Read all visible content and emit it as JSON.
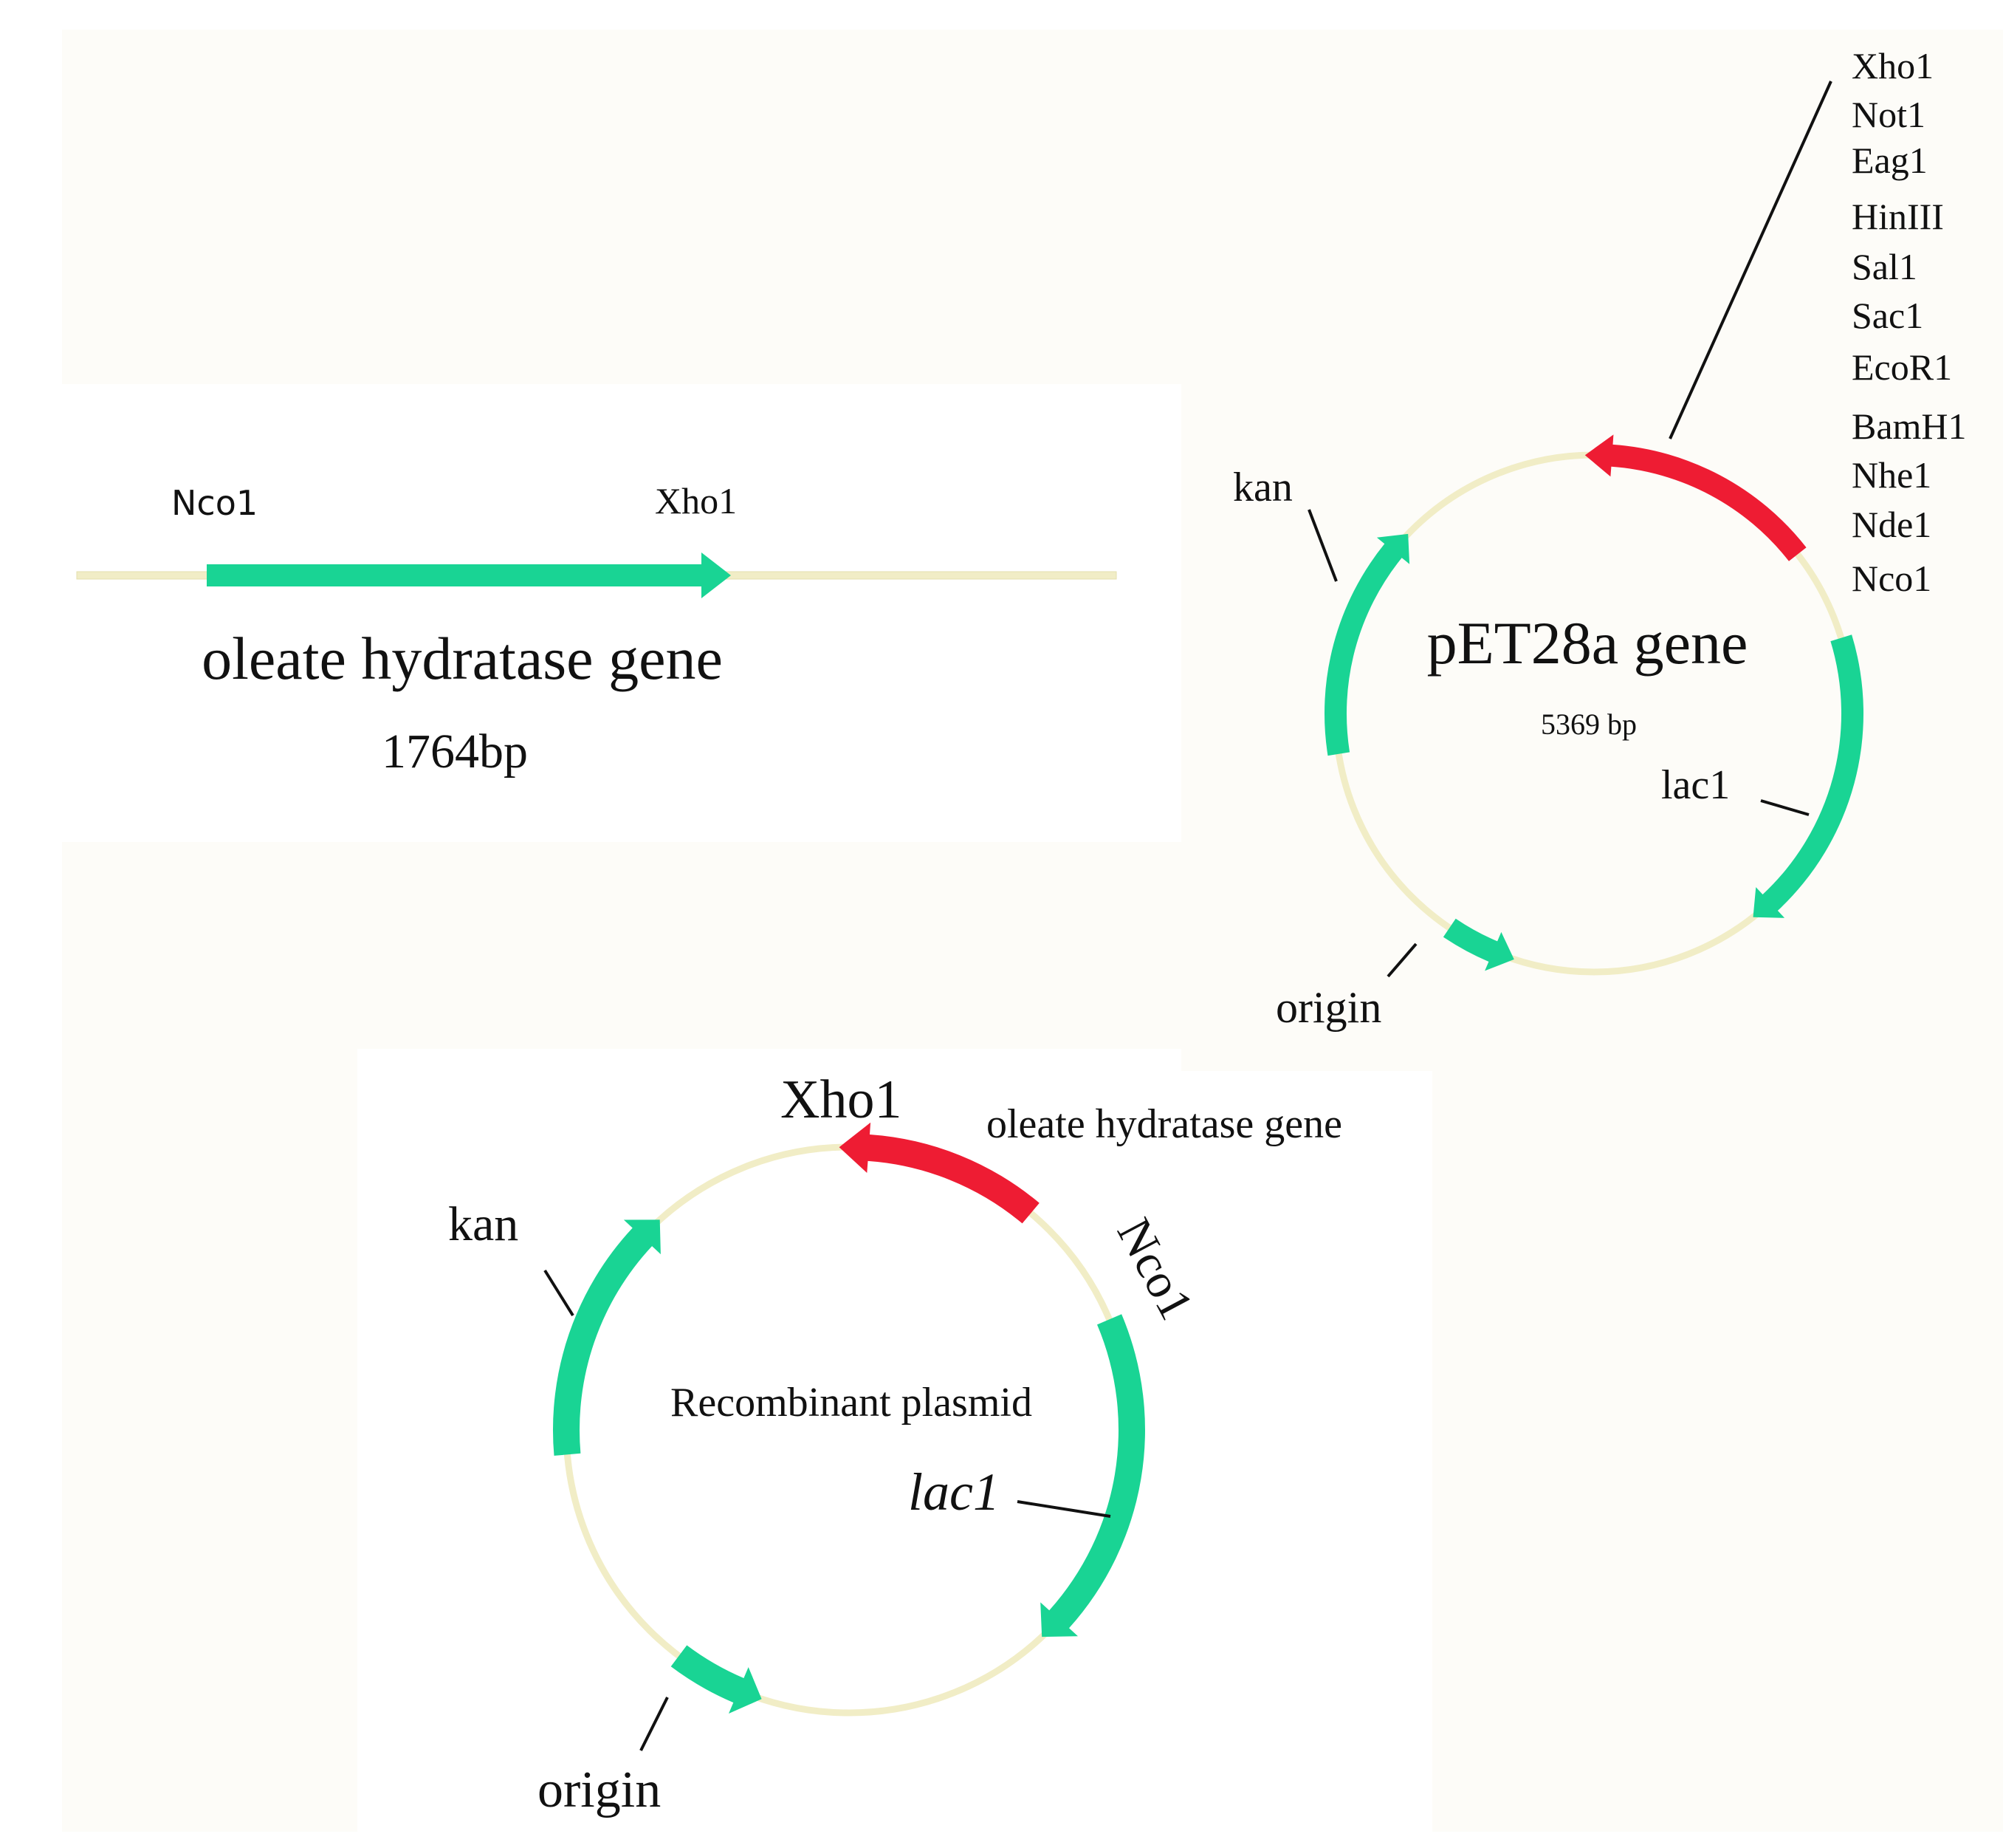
{
  "colors": {
    "background": "#ffffff",
    "panel_tint": "#fdfcf8",
    "backbone": "#f1edc6",
    "feature_green": "#19d494",
    "insert_red": "#ee1c33",
    "text": "#111111"
  },
  "linear_gene": {
    "left_site": "Nco1",
    "right_site": "Xho1",
    "name": "oleate hydratase gene",
    "length": "1764bp"
  },
  "pet28a": {
    "title": "pET28a gene",
    "size": "5369 bp",
    "labels": {
      "kan": "kan",
      "lac": "lac1",
      "origin": "origin"
    },
    "mcs_sites": [
      "Xho1",
      "Not1",
      "Eag1",
      "HinIII",
      "Sal1",
      "Sac1",
      "EcoR1",
      "BamH1",
      "Nhe1",
      "Nde1",
      "Nco1"
    ]
  },
  "recombinant": {
    "title": "Recombinant plasmid",
    "labels": {
      "xho": "Xho1",
      "nco": "Nco1",
      "insert": "oleate hydratase gene",
      "kan": "kan",
      "lac": "lac1",
      "origin": "origin"
    }
  }
}
